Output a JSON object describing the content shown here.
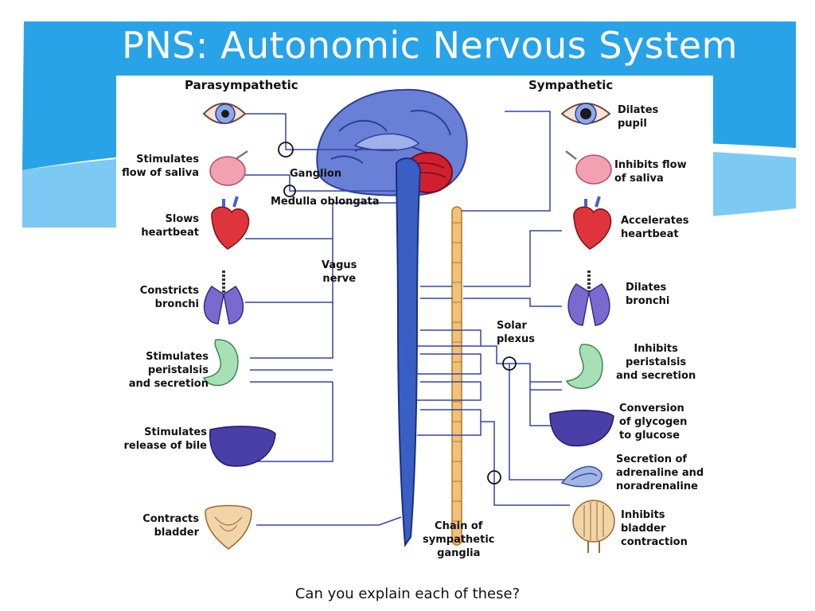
{
  "title": "PNS: Autonomic Nervous System",
  "caption": "Can you explain each of these?",
  "colors": {
    "accent": "#29a3e8",
    "accent_light": "#7ccaf4",
    "spinal_cord": "#3a5fc4",
    "sympathetic_chain": "#f3c07a",
    "line": "#3344aa"
  },
  "diagram": {
    "parasympathetic_header": "Parasympathetic",
    "sympathetic_header": "Sympathetic",
    "center_labels": {
      "ganglion": "Ganglion",
      "medulla": "Medulla oblongata",
      "vagus": "Vagus\nnerve",
      "solar_plexus": "Solar\nplexus",
      "chain": "Chain of\nsympathetic\nganglia"
    },
    "parasympathetic": [
      {
        "organ": "eye",
        "effect": ""
      },
      {
        "organ": "salivary-gland",
        "effect": "Stimulates\nflow of saliva"
      },
      {
        "organ": "heart",
        "effect": "Slows\nheartbeat"
      },
      {
        "organ": "lungs",
        "effect": "Constricts\nbronchi"
      },
      {
        "organ": "stomach",
        "effect": "Stimulates\nperistalsis\nand secretion"
      },
      {
        "organ": "liver",
        "effect": "Stimulates\nrelease of bile"
      },
      {
        "organ": "bladder",
        "effect": "Contracts\nbladder"
      }
    ],
    "sympathetic": [
      {
        "organ": "eye",
        "effect": "Dilates\npupil"
      },
      {
        "organ": "salivary-gland",
        "effect": "Inhibits flow\nof saliva"
      },
      {
        "organ": "heart",
        "effect": "Accelerates\nheartbeat"
      },
      {
        "organ": "lungs",
        "effect": "Dilates\nbronchi"
      },
      {
        "organ": "stomach",
        "effect": "Inhibits\nperistalsis\nand secretion"
      },
      {
        "organ": "liver",
        "effect": "Conversion\nof glycogen\nto glucose"
      },
      {
        "organ": "adrenal-gland",
        "effect": "Secretion of\nadrenaline and\nnoradrenaline"
      },
      {
        "organ": "bladder",
        "effect": "Inhibits\nbladder\ncontraction"
      }
    ]
  }
}
